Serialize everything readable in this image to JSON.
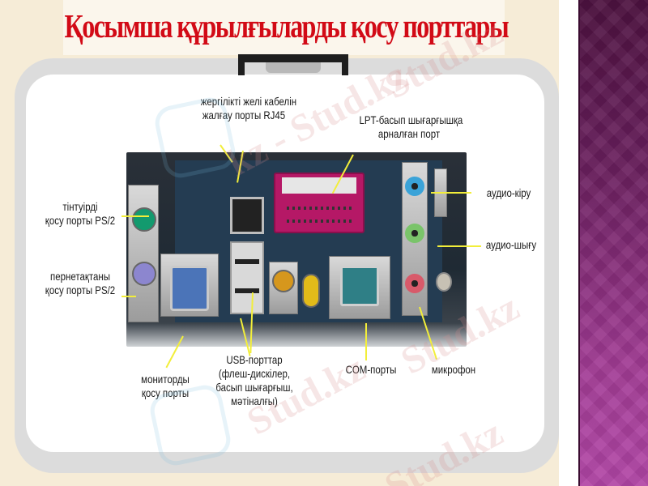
{
  "slide": {
    "title": "Қосымша құрылғыларды қосу порттары",
    "colors": {
      "title": "#d20a16",
      "background": "#f6ecd7",
      "frame": "#dcdcdc",
      "side_panel_top": "#4d1240",
      "side_panel_bottom": "#b246a6",
      "leader_lines": "#f2ee3a"
    }
  },
  "figure": {
    "description": "motherboard-rear-io-panel-photo",
    "labels": {
      "rj45": [
        "жергілікті желі кабелін",
        "жалғау порты RJ45"
      ],
      "lpt": [
        "LPT-басып шығарғышқа",
        "арналған порт"
      ],
      "mouse_ps2": [
        "тінтуірді",
        "қосу порты  PS/2"
      ],
      "keyboard_ps2": [
        "пернетақтаны",
        "қосу порты PS/2"
      ],
      "audio_in": [
        "аудио-кіру"
      ],
      "audio_out": [
        "аудио-шығу"
      ],
      "monitor": [
        "мониторды",
        "қосу порты"
      ],
      "usb": [
        "USB-порттар",
        "(флеш-дискілер,",
        "басып шығарғыш,",
        "мәтіналғы)"
      ],
      "com": [
        "COM-порты"
      ],
      "microphone": [
        "микрофон"
      ]
    }
  },
  "watermarks": [
    "Stud.kz",
    "kz - Stud.kz",
    "Stud.kz",
    "Stud.kz",
    "Stud.kz"
  ]
}
